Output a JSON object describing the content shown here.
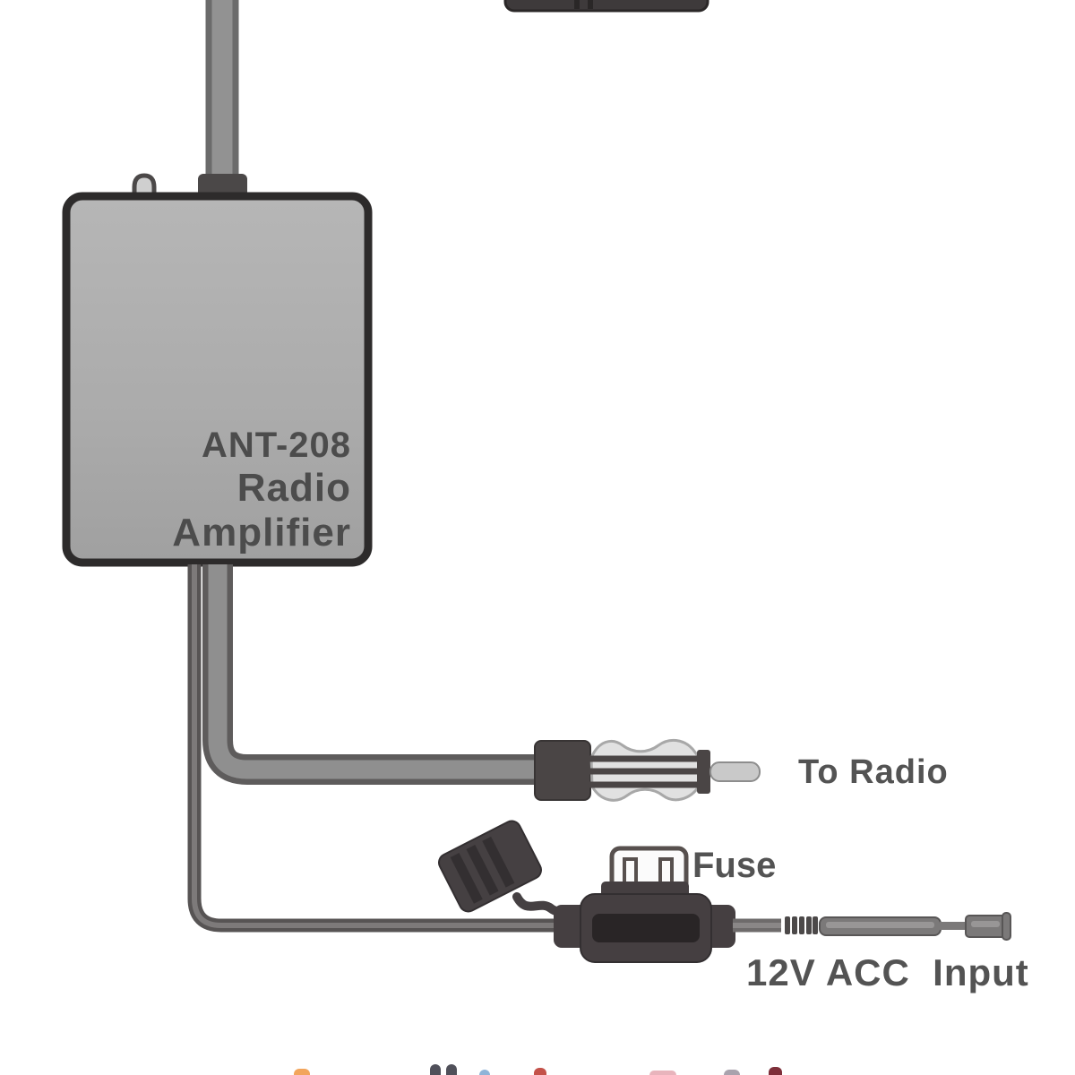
{
  "device": {
    "model": "ANT-208",
    "name": "Radio Amplifier"
  },
  "labels": {
    "to_radio": "To Radio",
    "fuse": "Fuse",
    "power_input": "12V ACC  Input"
  },
  "colors": {
    "cable_outer": "#5e5c5c",
    "cable_inner": "#8f8f8f",
    "connector_dark": "#453f41",
    "box_fill": "#ababab",
    "box_border": "#2d2b2b",
    "label_text": "#535353",
    "fuse_body": "#fbfbfb",
    "pin_gray": "#c9c9c9"
  }
}
